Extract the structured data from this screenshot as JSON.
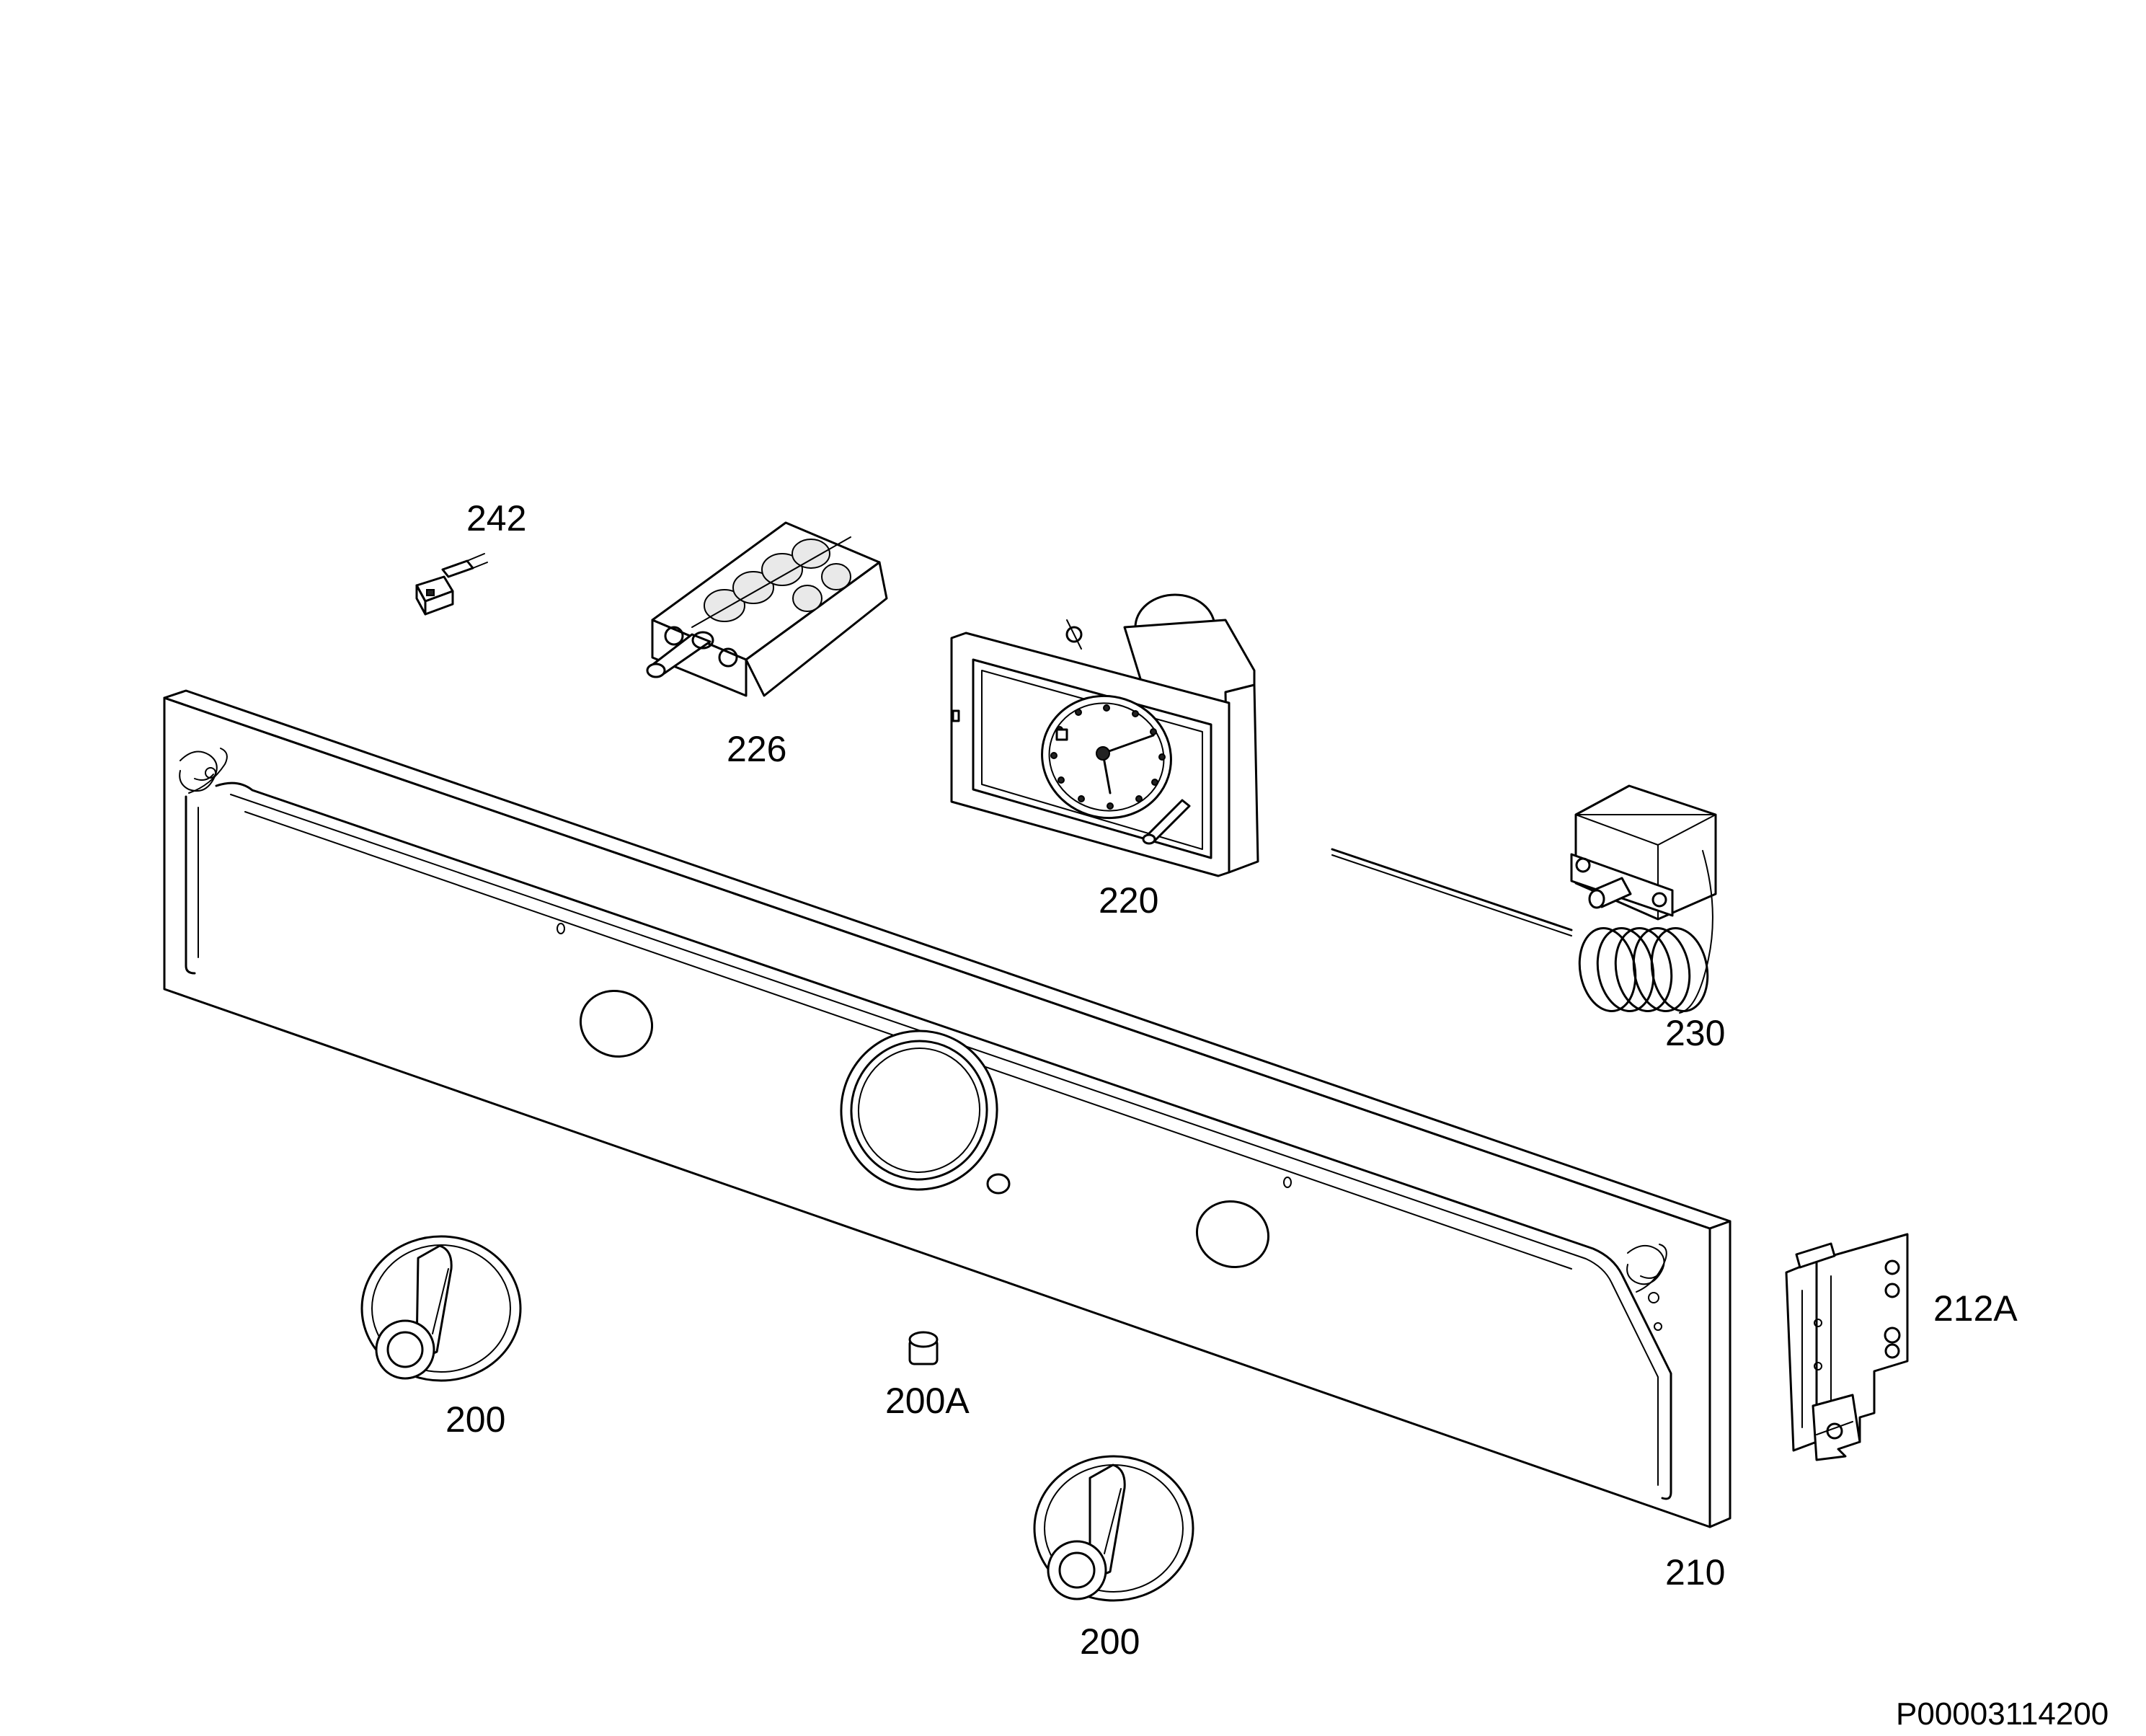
{
  "diagram": {
    "labels": {
      "part_242": "242",
      "part_226": "226",
      "part_220": "220",
      "part_230": "230",
      "part_212a": "212A",
      "part_210": "210",
      "part_200a": "200A",
      "part_200_left": "200",
      "part_200_bottom": "200"
    },
    "document_id": "P00003114200"
  }
}
